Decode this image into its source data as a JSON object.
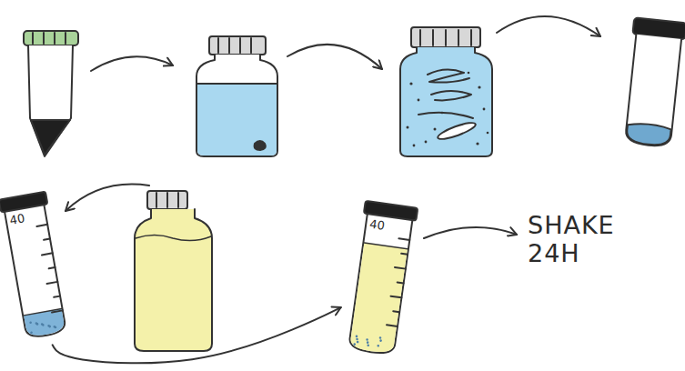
{
  "diagram": {
    "nodes": [
      {
        "text": [
          "40"
        ]
      },
      {
        "text": [
          "40"
        ]
      }
    ],
    "edges": [
      {
        "from": 0,
        "to": 1,
        "arrow": "to"
      }
    ],
    "labels": [
      "SHAKE 24H"
    ]
  }
}
